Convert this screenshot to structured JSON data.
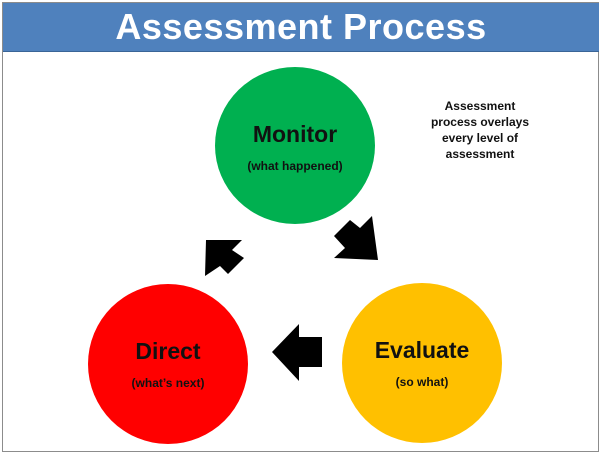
{
  "title": "Assessment Process",
  "note": "Assessment process overlays every level of assessment",
  "nodes": {
    "monitor": {
      "label": "Monitor",
      "sublabel": "(what happened)",
      "color": "#00b050"
    },
    "evaluate": {
      "label": "Evaluate",
      "sublabel": "(so what)",
      "color": "#ffc000"
    },
    "direct": {
      "label": "Direct",
      "sublabel": "(what’s next)",
      "color": "#ff0000"
    }
  },
  "edges": [
    {
      "from": "monitor",
      "to": "evaluate"
    },
    {
      "from": "evaluate",
      "to": "direct"
    },
    {
      "from": "direct",
      "to": "monitor"
    }
  ],
  "colors": {
    "title_bar": "#4f81bd",
    "arrow": "#000000"
  }
}
